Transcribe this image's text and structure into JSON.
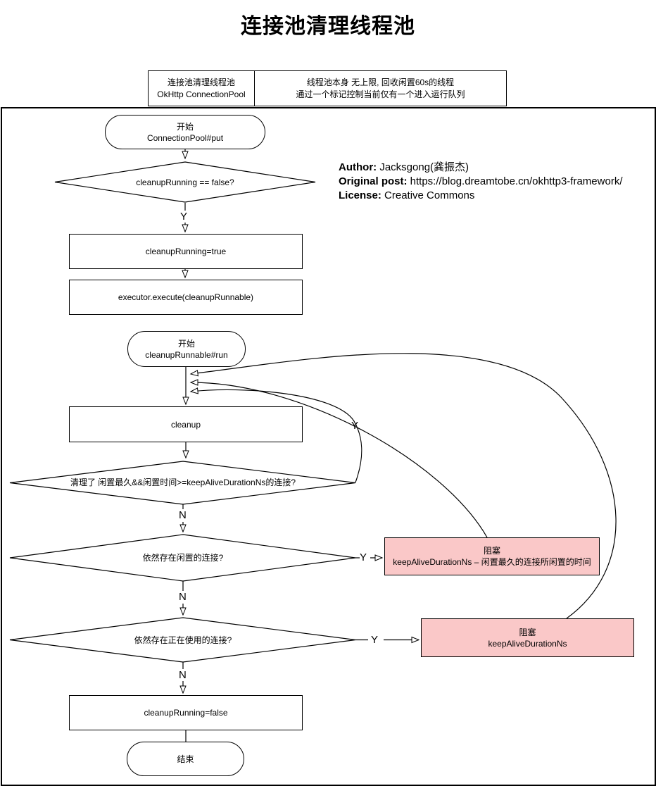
{
  "title": "连接池清理线程池",
  "note_table": {
    "left": [
      "连接池清理线程池",
      "OkHttp ConnectionPool"
    ],
    "right": [
      "线程池本身 无上限, 回收闲置60s的线程",
      "通过一个标记控制当前仅有一个进入运行队列"
    ]
  },
  "credits": {
    "author_label": "Author:",
    "author_value": " Jacksgong(龚振杰)",
    "post_label": "Original post:",
    "post_value": " https://blog.dreamtobe.cn/okhttp3-framework/",
    "license_label": "License:",
    "license_value": " Creative Commons"
  },
  "nodes": {
    "start_put": {
      "line1": "开始",
      "line2": "ConnectionPool#put"
    },
    "decision_cleanup_running": "cleanupRunning == false?",
    "process_set_true": "cleanupRunning=true",
    "process_execute": "executor.execute(cleanupRunnable)",
    "start_run": {
      "line1": "开始",
      "line2": "cleanupRunnable#run"
    },
    "process_cleanup": "cleanup",
    "decision_cleaned": "清理了 闲置最久&&闲置时间>=keepAliveDurationNs的连接?",
    "decision_idle_exists": "依然存在闲置的连接?",
    "block_wait_diff": {
      "line1": "阻塞",
      "line2": "keepAliveDurationNs – 闲置最久的连接所闲置的时间"
    },
    "decision_inuse_exists": "依然存在正在使用的连接?",
    "block_wait_full": {
      "line1": "阻塞",
      "line2": "keepAliveDurationNs"
    },
    "process_set_false": "cleanupRunning=false",
    "end": "结束"
  },
  "labels": {
    "yes": "Y",
    "no": "N"
  },
  "colors": {
    "block_fill": "#fac8c8",
    "line": "#000000"
  }
}
